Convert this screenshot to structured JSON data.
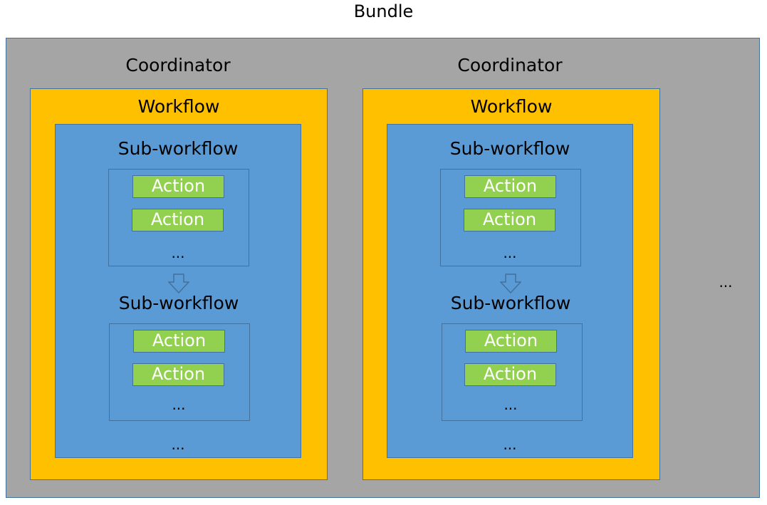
{
  "bundle": {
    "title": "Bundle",
    "trailing_ellipsis": "..."
  },
  "coordinators": [
    {
      "label": "Coordinator",
      "workflow": {
        "label": "Workflow",
        "sub_workflows": [
          {
            "label": "Sub-workflow",
            "actions": [
              "Action",
              "Action"
            ],
            "more": "..."
          },
          {
            "label": "Sub-workflow",
            "actions": [
              "Action",
              "Action"
            ],
            "more": "..."
          }
        ],
        "more": "..."
      }
    },
    {
      "label": "Coordinator",
      "workflow": {
        "label": "Workflow",
        "sub_workflows": [
          {
            "label": "Sub-workflow",
            "actions": [
              "Action",
              "Action"
            ],
            "more": "..."
          },
          {
            "label": "Sub-workflow",
            "actions": [
              "Action",
              "Action"
            ],
            "more": "..."
          }
        ],
        "more": "..."
      }
    }
  ],
  "colors": {
    "bundle_fill": "#a5a5a5",
    "workflow_fill": "#ffc000",
    "subflow_fill": "#5b9bd5",
    "action_fill": "#92d050",
    "outline": "#41719c"
  }
}
